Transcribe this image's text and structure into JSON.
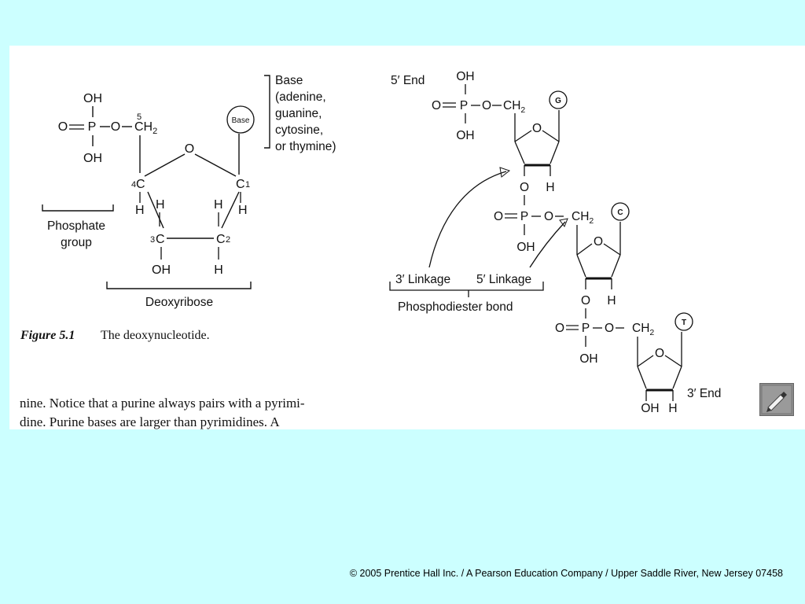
{
  "left_figure": {
    "phosphate": {
      "oh_top": "OH",
      "o_eq_p": "O",
      "p": "P",
      "ch2": "CH",
      "sub2": "2",
      "oh_bottom": "OH",
      "o_link": "O"
    },
    "numbers": {
      "c5": "5",
      "c4": "4",
      "c3": "3",
      "c2": "2",
      "c1": "1"
    },
    "ring": {
      "o": "O",
      "c": "C"
    },
    "h": "H",
    "oh": "OH",
    "base_circle": "Base",
    "base_note": [
      "Base",
      "(adenine,",
      "guanine,",
      "cytosine,",
      "or thymine)"
    ],
    "phosphate_group": [
      "Phosphate",
      "group"
    ],
    "deoxyribose": "Deoxyribose",
    "caption": {
      "label": "Figure 5.1",
      "text": "The deoxynucleotide."
    },
    "body_text": [
      "nine. Notice that a purine always pairs with a pyrimi-",
      "dine. Purine bases are larger than pyrimidines. A"
    ]
  },
  "right_figure": {
    "five_end": "5′ End",
    "three_end": "3′ End",
    "bases": [
      "G",
      "C",
      "T"
    ],
    "three_linkage": "3′ Linkage",
    "five_linkage": "5′ Linkage",
    "bond": "Phosphodiester bond"
  },
  "footer": {
    "copyright": "© 2005 Prentice Hall Inc. / A Pearson Education Company / Upper Saddle River, New Jersey 07458"
  },
  "icons": {
    "corner_tool": "pen-tool-icon"
  }
}
